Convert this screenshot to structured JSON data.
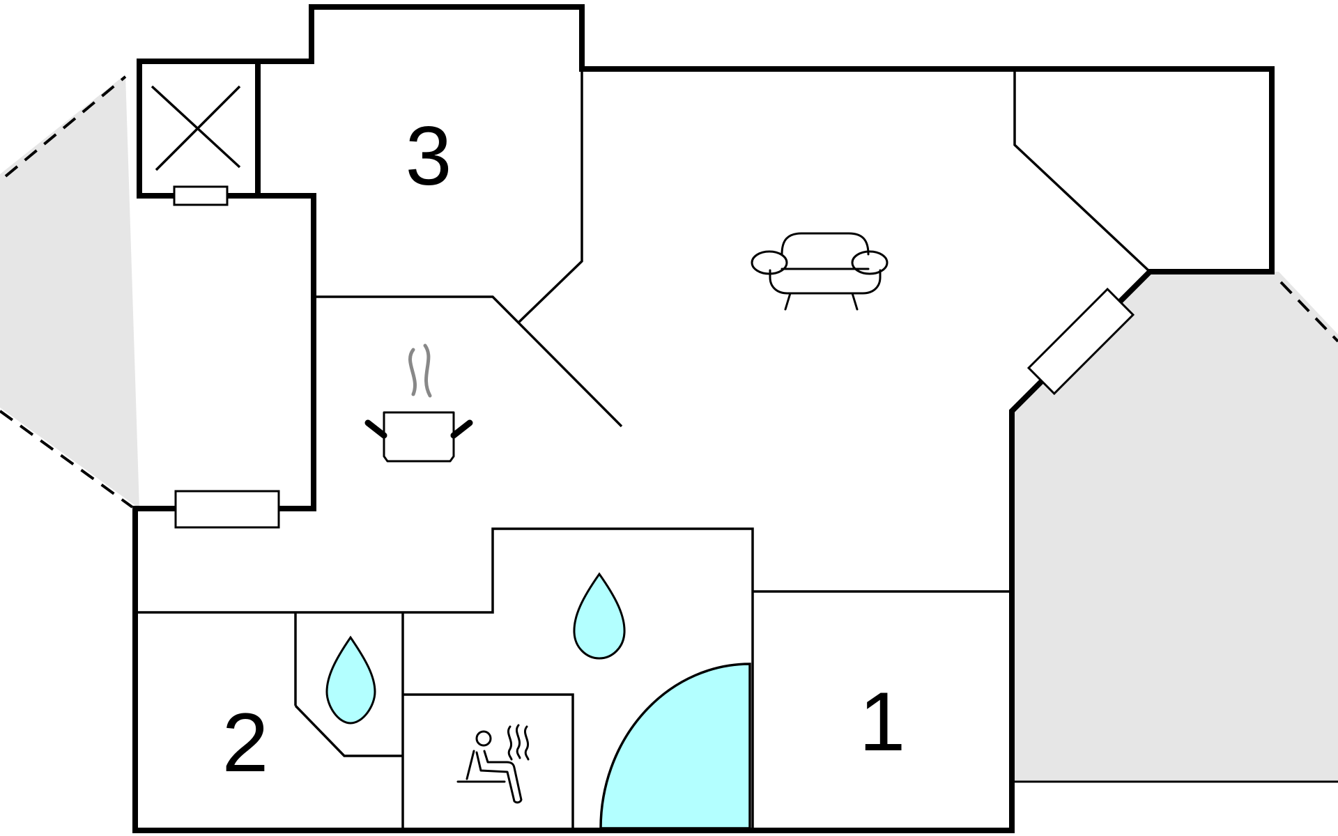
{
  "floorplan": {
    "rooms": [
      {
        "label": "1",
        "type": "bedroom"
      },
      {
        "label": "2",
        "type": "bedroom"
      },
      {
        "label": "3",
        "type": "bedroom"
      }
    ],
    "icons": [
      {
        "name": "sofa-icon",
        "room": "living-room"
      },
      {
        "name": "cooking-pot-icon",
        "room": "kitchen"
      },
      {
        "name": "water-drop-icon",
        "room": "bathroom"
      },
      {
        "name": "water-drop-icon",
        "room": "toilet"
      },
      {
        "name": "sauna-icon",
        "room": "sauna"
      },
      {
        "name": "shower-quarter-circle",
        "room": "bathroom"
      },
      {
        "name": "chimney-cross-icon",
        "room": "utility"
      }
    ],
    "colors": {
      "wall": "#000000",
      "terrace": "#e6e6e6",
      "water": "#b3ffff",
      "steam": "#888888",
      "background": "#ffffff"
    }
  }
}
